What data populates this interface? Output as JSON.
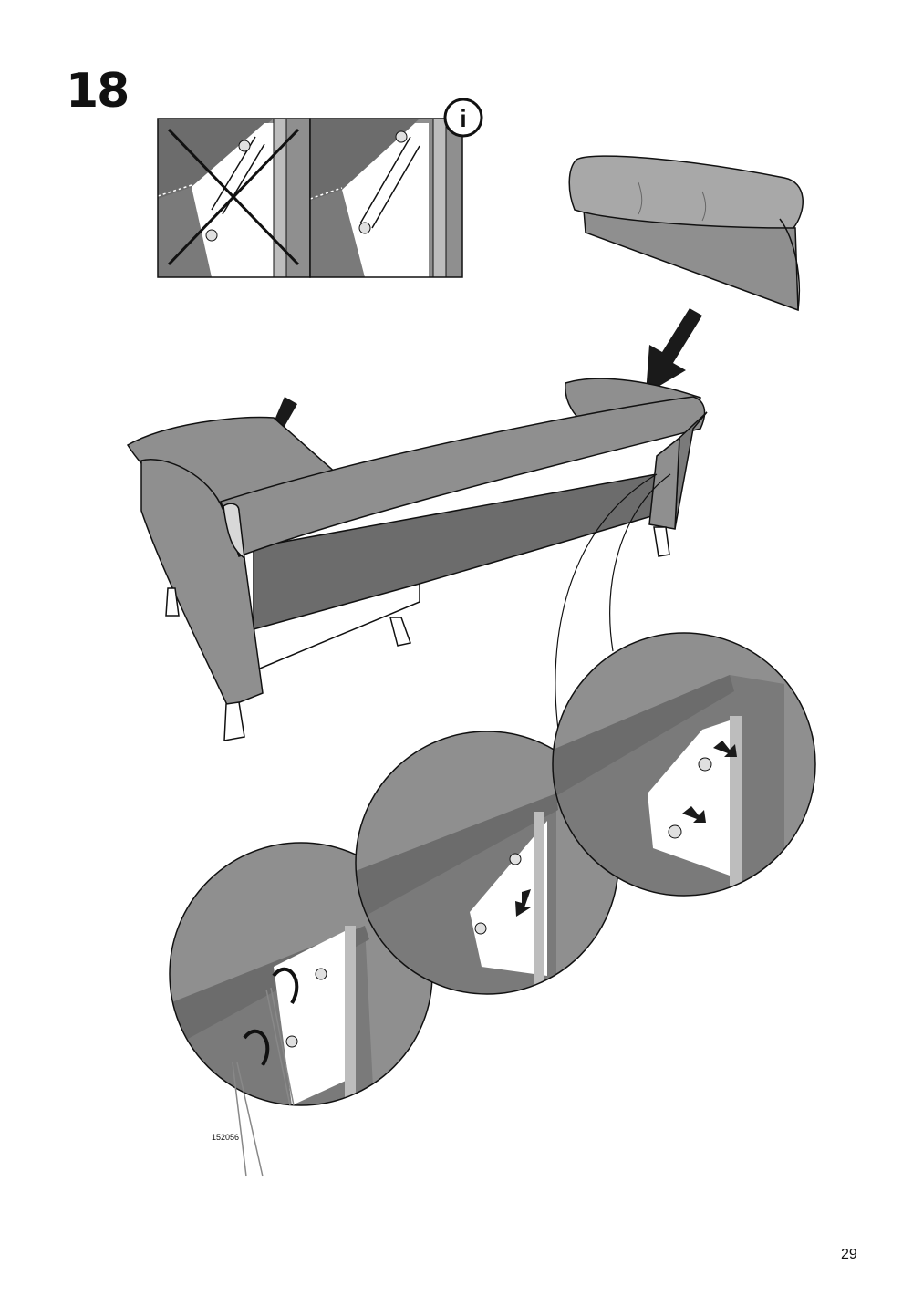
{
  "step": {
    "number": "18"
  },
  "info": {
    "glyph": "i",
    "icon": "info-icon"
  },
  "part": {
    "number": "152056"
  },
  "page": {
    "number": "29"
  },
  "colors": {
    "upholstery": "#8f8f8f",
    "upholstery_dark": "#6c6c6c",
    "upholstery_light": "#a8a8a8",
    "line": "#111111",
    "arrow": "#1a1a1a"
  }
}
